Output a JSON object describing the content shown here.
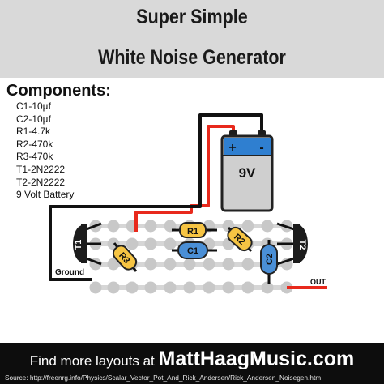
{
  "header": {
    "title_line1": "Super Simple",
    "title_line2": "White Noise Generator"
  },
  "components": {
    "heading": "Components:",
    "items": [
      "C1-10µf",
      "C2-10µf",
      "R1-4.7k",
      "R2-470k",
      "R3-470k",
      "T1-2N2222",
      "T2-2N2222",
      "9 Volt Battery"
    ]
  },
  "battery": {
    "plus": "+",
    "minus": "-",
    "voltage": "9V"
  },
  "parts": {
    "r1": "R1",
    "r2": "R2",
    "r3": "R3",
    "c1": "C1",
    "c2": "C2",
    "t1": "T1",
    "t2": "T2"
  },
  "labels": {
    "ground": "Ground",
    "out": "OUT"
  },
  "footer": {
    "prefix": "Find more layouts at ",
    "site": "MattHaagMusic.com",
    "source": "Source: http://freenrg.info/Physics/Scalar_Vector_Pot_And_Rick_Andersen/Rick_Andersen_Noisegen.htm"
  },
  "colors": {
    "header_bg": "#d9d9d9",
    "wire_red": "#e8291c",
    "wire_black": "#111111",
    "pad": "#c8c8c8",
    "resistor": "#f6c443",
    "capacitor": "#4a8fd6",
    "battery_top": "#2f7fd0",
    "battery_body": "#cfcfcf",
    "transistor": "#1c1c1c",
    "footer_bg": "#0d0d0d"
  }
}
